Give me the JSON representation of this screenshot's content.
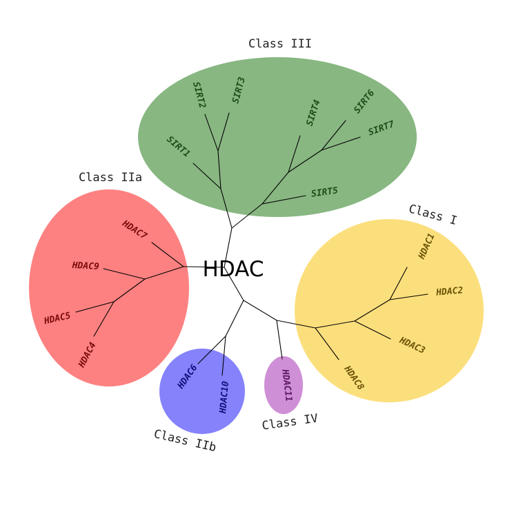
{
  "root_label": "HDAC",
  "groups": {
    "class_iii": {
      "label": "Class III",
      "fill": "#88b782",
      "text_color": "#1f4d1a"
    },
    "class_iia": {
      "label": "Class IIa",
      "fill": "#fe8181",
      "text_color": "#7a0b0b"
    },
    "class_i": {
      "label": "Class I",
      "fill": "#fcdf7d",
      "text_color": "#6b5305"
    },
    "class_iib": {
      "label": "Class IIb",
      "fill": "#8582fc",
      "text_color": "#12107a"
    },
    "class_iv": {
      "label": "Class IV",
      "fill": "#cf8fd6",
      "text_color": "#5a1563"
    }
  },
  "leaves": {
    "sirt1": "SIRT1",
    "sirt2": "SIRT2",
    "sirt3": "SIRT3",
    "sirt4": "SIRT4",
    "sirt5": "SIRT5",
    "sirt6": "SIRT6",
    "sirt7": "SIRT7",
    "hdac7": "HDAC7",
    "hdac9": "HDAC9",
    "hdac5": "HDAC5",
    "hdac4": "HDAC4",
    "hdac1": "HDAC1",
    "hdac2": "HDAC2",
    "hdac3": "HDAC3",
    "hdac8": "HDAC8",
    "hdac6": "HDAC6",
    "hdac10": "HDAC10",
    "hdac11": "HDAC11"
  }
}
